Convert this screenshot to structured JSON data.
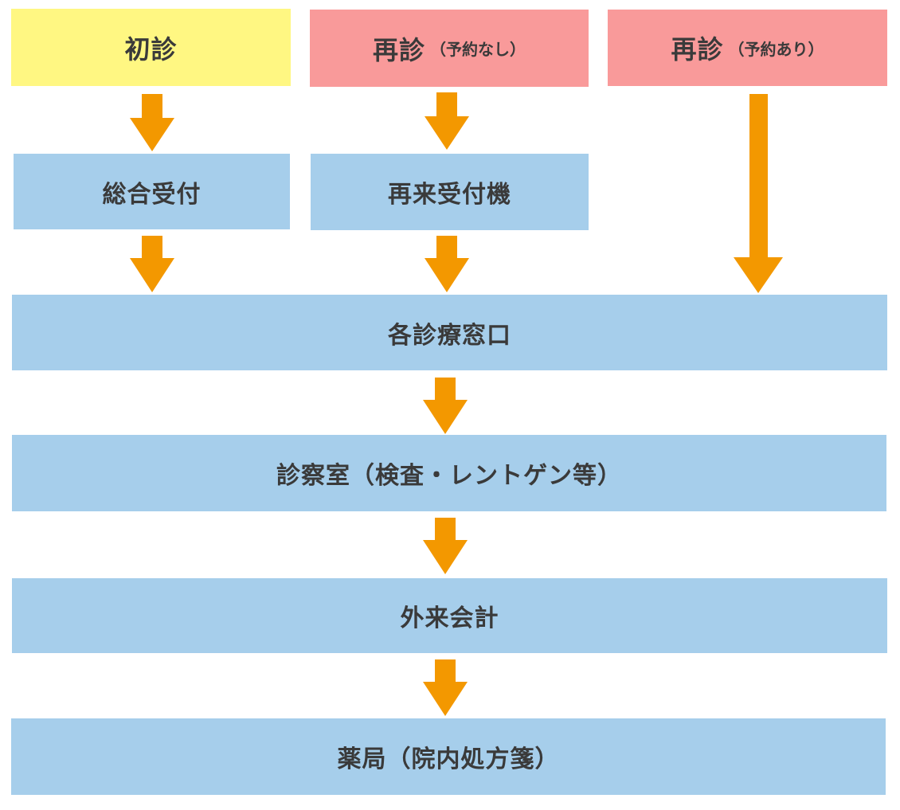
{
  "colors": {
    "first_visit": "#fff782",
    "revisit": "#f99a9a",
    "step": "#a6ceeb",
    "arrow": "#f39800",
    "text": "#3a3a3a"
  },
  "columns": [
    {
      "label": "初診",
      "note": ""
    },
    {
      "label": "再診",
      "note": "（予約なし）"
    },
    {
      "label": "再診",
      "note": "（予約あり）"
    }
  ],
  "reception": [
    {
      "label": "総合受付"
    },
    {
      "label": "再来受付機"
    }
  ],
  "steps": [
    {
      "label": "各診療窓口"
    },
    {
      "label": "診察室（検査・レントゲン等）"
    },
    {
      "label": "外来会計"
    },
    {
      "label": "薬局（院内処方箋）"
    }
  ]
}
